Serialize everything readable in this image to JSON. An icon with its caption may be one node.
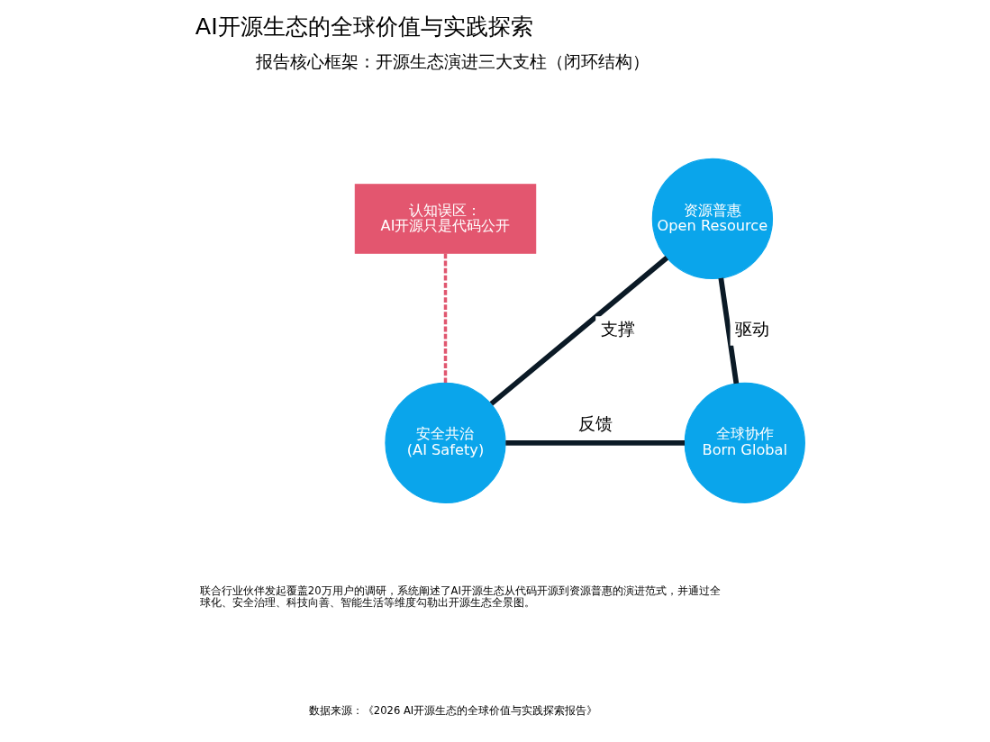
{
  "diagram": {
    "title": "AI开源生态的全球价值与实践探索",
    "nodes": [
      {
        "text": [
          "认知误区：",
          "AI开源只是代码公开"
        ]
      },
      {
        "text": [
          "资源普惠",
          "Open Resource"
        ]
      },
      {
        "text": [
          "安全共治",
          "(AI Safety)"
        ]
      },
      {
        "text": [
          "全球协作",
          "Born Global"
        ]
      }
    ],
    "edges": [
      {
        "from": 2,
        "to": 1,
        "arrow": "none",
        "label": "支撑"
      },
      {
        "from": 1,
        "to": 3,
        "arrow": "none",
        "label": "驱动"
      },
      {
        "from": 2,
        "to": 3,
        "arrow": "none",
        "label": "反馈"
      },
      {
        "from": 0,
        "to": 2,
        "arrow": "none",
        "style": "dashed",
        "color": "#e0566f"
      }
    ],
    "labels": [
      "报告核心框架：开源生态演进三大支柱（闭环结构）",
      "联合行业伙伴发起覆盖20万用户的调研，系统阐述了AI开源生态从代码开源到资源普惠的演进范式，并通过全球化、安全治理、科技向善、智能生活等维度勾勒出开源生态全景图。",
      "数据来源：《2026 AI开源生态的全球价值与实践探索报告》"
    ]
  }
}
